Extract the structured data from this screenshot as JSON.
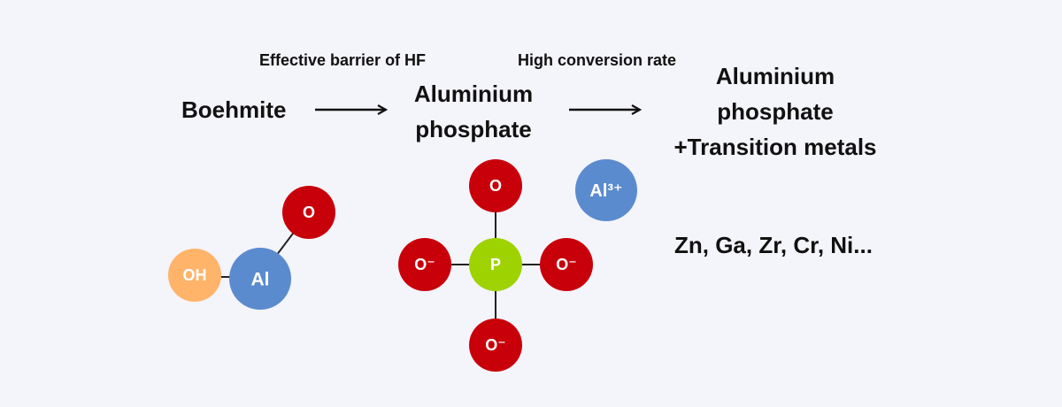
{
  "captions": {
    "step1": "Effective barrier of HF",
    "step2": "High conversion rate"
  },
  "stages": {
    "boehmite": "Boehmite",
    "alpo4": [
      "Aluminium",
      "phosphate"
    ],
    "final": [
      "Aluminium",
      "phosphate",
      "+Transition metals"
    ]
  },
  "metals_list": "Zn, Ga, Zr, Cr, Ni...",
  "boehmite_molecule": {
    "oh": "OH",
    "al": "Al",
    "o": "O"
  },
  "phosphate_molecule": {
    "p": "P",
    "o_top": "O",
    "o_left": "O⁻",
    "o_right": "O⁻",
    "o_bottom": "O⁻"
  },
  "aluminium_ion": "Al³⁺",
  "colors": {
    "oxygen": "#c8000a",
    "aluminium": "#5b8bcf",
    "hydroxyl": "#ffb469",
    "phosphorus": "#9ed200",
    "background": "#f4f4fb"
  }
}
